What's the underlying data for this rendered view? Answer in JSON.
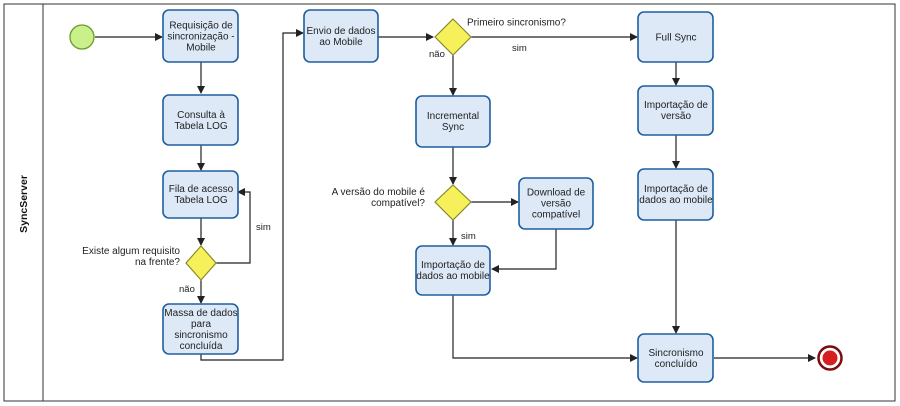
{
  "pool": {
    "name": "SyncServer"
  },
  "events": {
    "start": {
      "fill": "#c9f08a",
      "stroke": "#6a9a2a"
    },
    "end": {
      "fill": "#d42020",
      "stroke": "#7a0c0c"
    }
  },
  "tasks": {
    "req_sync": [
      "Requisição de",
      "sincronização -",
      "Mobile"
    ],
    "consulta_log": [
      "Consulta à",
      "Tabela LOG"
    ],
    "fila_acesso": [
      "Fila de acesso",
      "Tabela LOG"
    ],
    "massa_dados": [
      "Massa de dados",
      "para",
      "sincronismo",
      "concluída"
    ],
    "envio_dados": [
      "Envio de dados",
      "ao Mobile"
    ],
    "incremental_sync": [
      "Incremental",
      "Sync"
    ],
    "download_versao": [
      "Download de",
      "versão",
      "compatível"
    ],
    "importacao_mobile_left": [
      "Importação de",
      "dados ao mobile"
    ],
    "full_sync": [
      "Full Sync"
    ],
    "importacao_versao": [
      "Importação de",
      "versão"
    ],
    "importacao_mobile_right": [
      "Importação de",
      "dados ao mobile"
    ],
    "sincronismo_concluido": [
      "Sincronismo",
      "concluído"
    ]
  },
  "gateways": {
    "requisito_frente": [
      "Existe algum requisito",
      "na frente?"
    ],
    "primeiro_sync": [
      "Primeiro sincronismo?"
    ],
    "versao_compativel": [
      "A versão do mobile é",
      "compatível?"
    ]
  },
  "edge_labels": {
    "sim_requisito": "sim",
    "nao_requisito": "não",
    "nao_primeiro": "não",
    "sim_primeiro": "sim",
    "sim_versao": "sim"
  }
}
